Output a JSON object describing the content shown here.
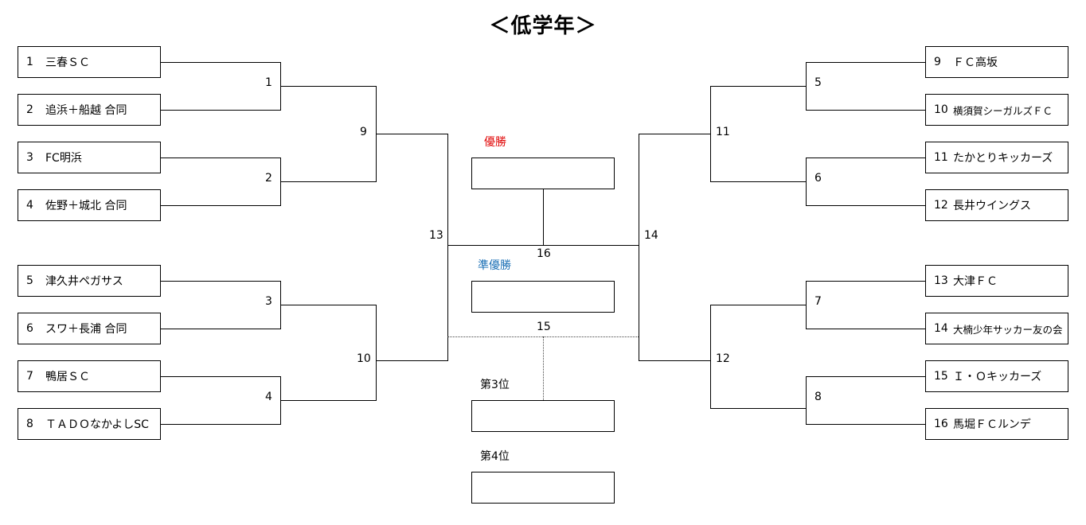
{
  "title": "＜低学年＞",
  "colors": {
    "champion": "#e00000",
    "runner_up": "#1a6fb5",
    "line": "#000000"
  },
  "teams": [
    {
      "seed": "1",
      "name": "三春ＳＣ"
    },
    {
      "seed": "2",
      "name": "追浜＋船越 合同"
    },
    {
      "seed": "3",
      "name": "FC明浜"
    },
    {
      "seed": "4",
      "name": "佐野＋城北 合同"
    },
    {
      "seed": "5",
      "name": "津久井ペガサス"
    },
    {
      "seed": "6",
      "name": "スワ＋長浦 合同"
    },
    {
      "seed": "7",
      "name": "鴨居ＳＣ"
    },
    {
      "seed": "8",
      "name": "ＴＡＤＯなかよしSC"
    },
    {
      "seed": "9",
      "name": "ＦＣ高坂"
    },
    {
      "seed": "10",
      "name": "横須賀シーガルズＦＣ"
    },
    {
      "seed": "11",
      "name": "たかとりキッカーズ"
    },
    {
      "seed": "12",
      "name": "長井ウイングス"
    },
    {
      "seed": "13",
      "name": "大津ＦＣ"
    },
    {
      "seed": "14",
      "name": "大楠少年サッカー友の会"
    },
    {
      "seed": "15",
      "name": "Ｉ・Ｏキッカーズ"
    },
    {
      "seed": "16",
      "name": "馬堀ＦＣルンデ"
    }
  ],
  "matches": [
    "1",
    "2",
    "3",
    "4",
    "5",
    "6",
    "7",
    "8",
    "9",
    "10",
    "11",
    "12",
    "13",
    "14",
    "15",
    "16"
  ],
  "placements": {
    "champion": "優勝",
    "runner_up": "準優勝",
    "third": "第3位",
    "fourth": "第4位"
  }
}
